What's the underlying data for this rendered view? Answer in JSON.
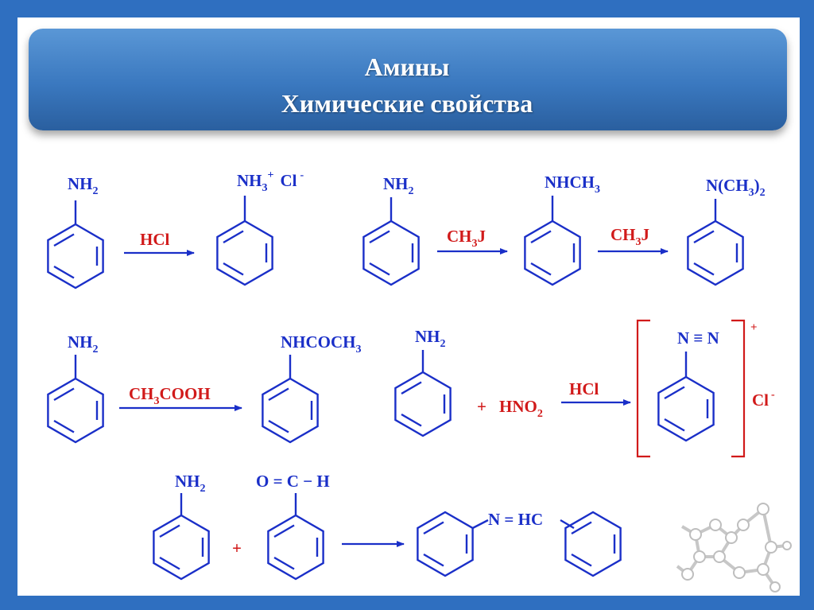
{
  "header": {
    "title": "Амины",
    "subtitle": "Химические свойства"
  },
  "colors": {
    "frame": "#2f6fc0",
    "banner": "#3a78bf",
    "structure": "#1a2fc8",
    "reagent": "#d11a1a"
  },
  "reactions": {
    "salt": {
      "reactant": {
        "main": "NH",
        "sub": "2"
      },
      "reagent": "HCl",
      "product": {
        "main": "NH",
        "sub": "3",
        "sup": "+",
        "anion": "Cl",
        "anion_charge": "-"
      }
    },
    "alkylation": {
      "reactant": {
        "main": "NH",
        "sub": "2"
      },
      "reagent1": {
        "main": "CH",
        "sub": "3",
        "tail": "J"
      },
      "product1": {
        "main": "NHCH",
        "sub": "3"
      },
      "reagent2": {
        "main": "CH",
        "sub": "3",
        "tail": "J"
      },
      "product2": {
        "main": "N(CH",
        "sub": "3",
        "tail": ")",
        "sub2": "2"
      }
    },
    "acylation": {
      "reactant": {
        "main": "NH",
        "sub": "2"
      },
      "reagent": {
        "main": "CH",
        "sub": "3",
        "tail": "COOH"
      },
      "product": {
        "main": "NHCOCH",
        "sub": "3"
      }
    },
    "diazotization": {
      "reactant": {
        "main": "NH",
        "sub": "2"
      },
      "plus": "+",
      "reagent": {
        "main": "HNO",
        "sub": "2"
      },
      "catalyst": "HCl",
      "product_group": "N ≡ N",
      "charge": "+",
      "anion": "Cl",
      "anion_charge": "-"
    },
    "schiff_base": {
      "reactant": {
        "main": "NH",
        "sub": "2"
      },
      "plus": "+",
      "aldehyde": "O = C − H",
      "product_group": "N = HC"
    }
  }
}
